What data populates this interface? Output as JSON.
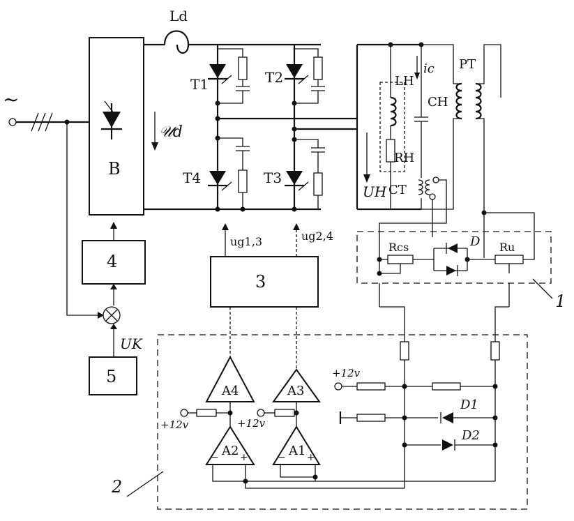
{
  "labels": {
    "ac_source": "~",
    "inductor_ld": "Ld",
    "rectifier_block": "B",
    "voltage_ud": "𝒰d",
    "t1": "T1",
    "t2": "T2",
    "t3": "T3",
    "t4": "T4",
    "current_ic": "ic",
    "load_inductor": "LH",
    "load_capacitor": "CH",
    "load_resistor": "RH",
    "voltage_uh": "UH",
    "current_transformer": "CT",
    "potential_transformer": "PT",
    "block_4": "4",
    "block_3": "3",
    "block_5": "5",
    "gate_signal_13": "ug1,3",
    "gate_signal_24": "ug2,4",
    "voltage_uk": "UK",
    "resistor_rcs": "Rcs",
    "diode_d": "D",
    "resistor_ru": "Ru",
    "module_1": "1",
    "module_2": "2",
    "amp_a1": "A1",
    "amp_a2": "A2",
    "amp_a3": "A3",
    "amp_a4": "A4",
    "supply_left_a2": "+12v",
    "supply_left_a1": "+12v",
    "supply_right": "+12v",
    "diode_d1": "D1",
    "diode_d2": "D2"
  }
}
